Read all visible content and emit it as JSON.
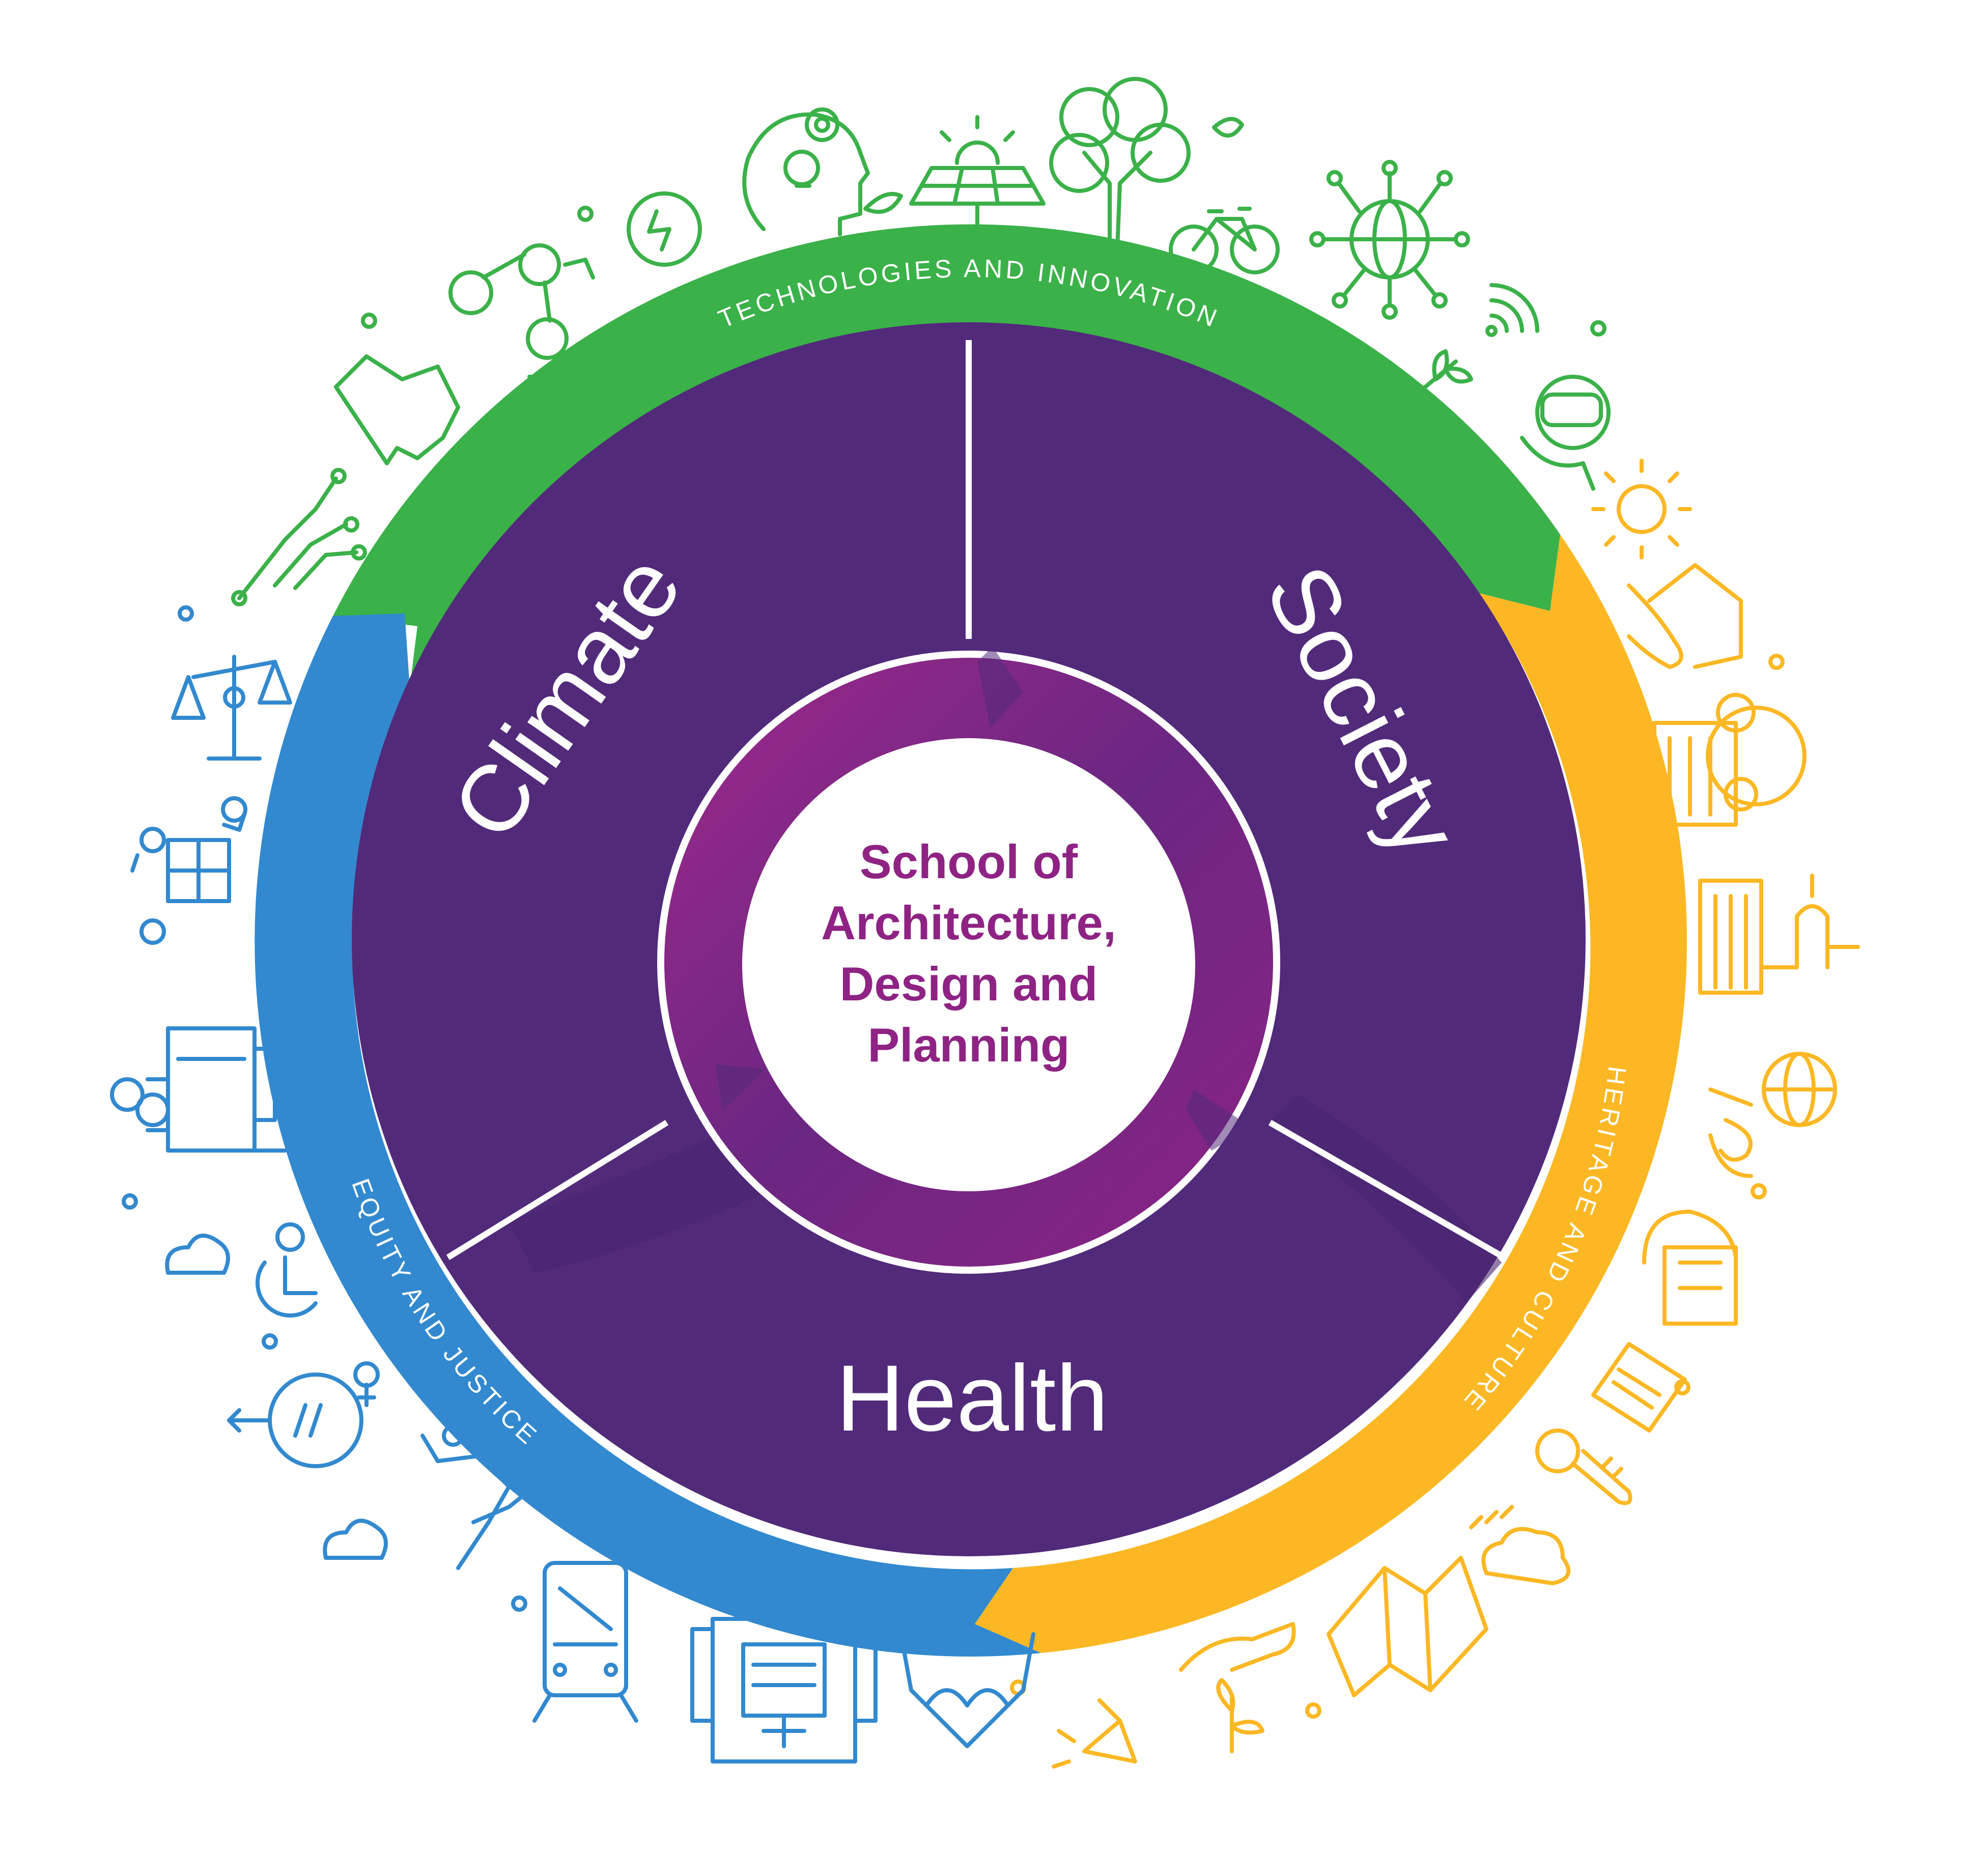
{
  "center": {
    "lines": [
      "School of",
      "Architecture,",
      "Design and",
      "Planning"
    ]
  },
  "segments": {
    "climate": "Climate",
    "society": "Society",
    "health": "Health"
  },
  "ring": {
    "technologies": "TECHNOLOGIES AND INNOVATION",
    "heritage": "HERITAGE AND CULTURE",
    "equity": "EQUITY AND JUSTICE"
  },
  "colors": {
    "purple": "#522a7a",
    "magenta": "#8e2384",
    "green": "#3bb149",
    "yellow": "#fbb824",
    "blue": "#3289cf",
    "white": "#ffffff"
  },
  "icons": {
    "green": [
      "robot-arm-icon",
      "map-icon",
      "circuit-icon",
      "renewable-energy-icon",
      "mind-idea-icon",
      "solar-panel-icon",
      "tree-icon",
      "bicycle-icon",
      "global-network-icon",
      "wireless-icon",
      "sprout-icon",
      "vr-headset-icon"
    ],
    "yellow": [
      "sun-icon",
      "house-hand-icon",
      "heritage-building-icon",
      "capitol-icon",
      "globe-icon",
      "wind-icon",
      "market-icon",
      "book-icon",
      "thermometer-icon",
      "rain-cloud-icon",
      "map-fold-icon",
      "plant-hand-icon",
      "megaphone-icon"
    ],
    "blue": [
      "justice-scales-icon",
      "teamwork-puzzle-icon",
      "industry-icon",
      "cloud-icon",
      "wheelchair-icon",
      "gender-equality-icon",
      "rock-climbing-icon",
      "train-icon",
      "hospital-icon",
      "care-hands-icon"
    ]
  }
}
